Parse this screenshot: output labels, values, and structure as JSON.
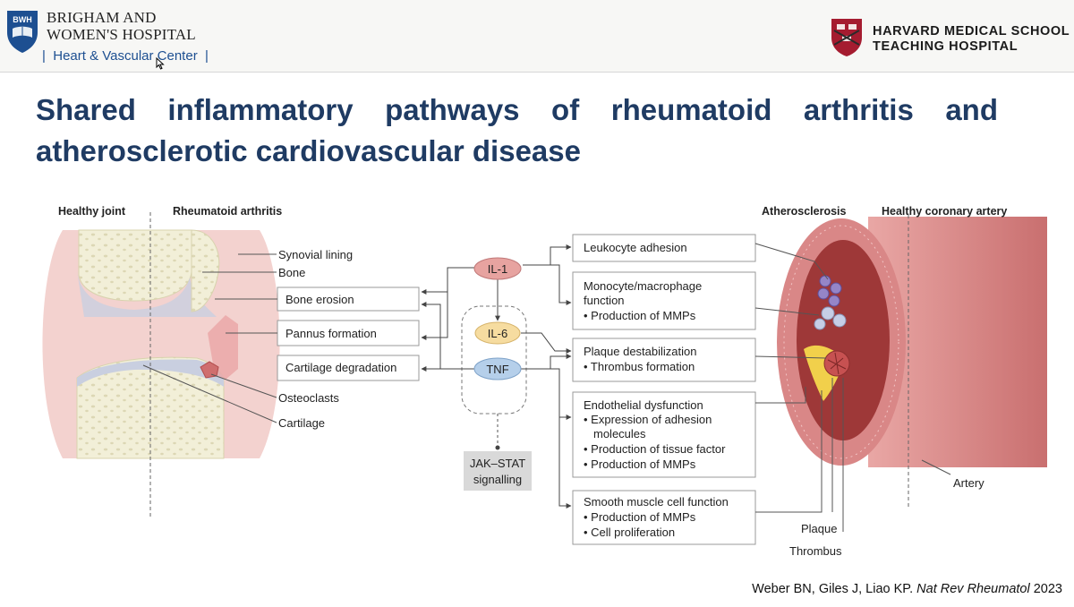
{
  "header": {
    "logo_abbrev": "BWH",
    "hospital_name_line1": "BRIGHAM AND",
    "hospital_name_line2": "WOMEN'S HOSPITAL",
    "center_label": "|  Heart & Vascular Center  |",
    "hms_line1": "HARVARD MEDICAL SCHOOL",
    "hms_line2": "TEACHING HOSPITAL"
  },
  "slide": {
    "title": "Shared inflammatory pathways of rheumatoid arthritis and atherosclerotic cardiovascular disease"
  },
  "diagram": {
    "joint_headers": {
      "healthy": "Healthy joint",
      "ra": "Rheumatoid arthritis"
    },
    "artery_headers": {
      "athero": "Atherosclerosis",
      "healthy": "Healthy coronary artery"
    },
    "joint_labels": {
      "synovial": "Synovial lining",
      "bone": "Bone",
      "osteoclasts": "Osteoclasts",
      "cartilage": "Cartilage"
    },
    "joint_boxes": [
      "Bone erosion",
      "Pannus formation",
      "Cartilage degradation"
    ],
    "cytokines": {
      "il1": "IL-1",
      "il6": "IL-6",
      "tnf": "TNF"
    },
    "jak_stat": {
      "line1": "JAK–STAT",
      "line2": "signalling"
    },
    "effect_boxes": {
      "leukocyte": "Leukocyte adhesion",
      "mono_l1": "Monocyte/macrophage",
      "mono_l2": "function",
      "mono_l3": "• Production of MMPs",
      "plaque_l1": "Plaque destabilization",
      "plaque_l2": "• Thrombus formation",
      "endo_l1": "Endothelial dysfunction",
      "endo_l2": "• Expression of adhesion",
      "endo_l3": "molecules",
      "endo_l4": "• Production of tissue factor",
      "endo_l5": "• Production of MMPs",
      "smc_l1": "Smooth muscle cell function",
      "smc_l2": "• Production of MMPs",
      "smc_l3": "• Cell proliferation"
    },
    "artery_labels": {
      "artery": "Artery",
      "plaque": "Plaque",
      "thrombus": "Thrombus"
    },
    "colors": {
      "il1_fill": "#e7a3a0",
      "il6_fill": "#f6dca0",
      "tnf_fill": "#b5cfea",
      "bone": "#f2efd8",
      "synovium": "#f0c9c7",
      "artery_wall": "#dc8a8a",
      "lumen": "#9e3838",
      "title": "#1f3b63"
    }
  },
  "citation": {
    "authors": "Weber BN, Giles J, Liao KP. ",
    "journal": "Nat Rev Rheumatol",
    "year": " 2023"
  }
}
